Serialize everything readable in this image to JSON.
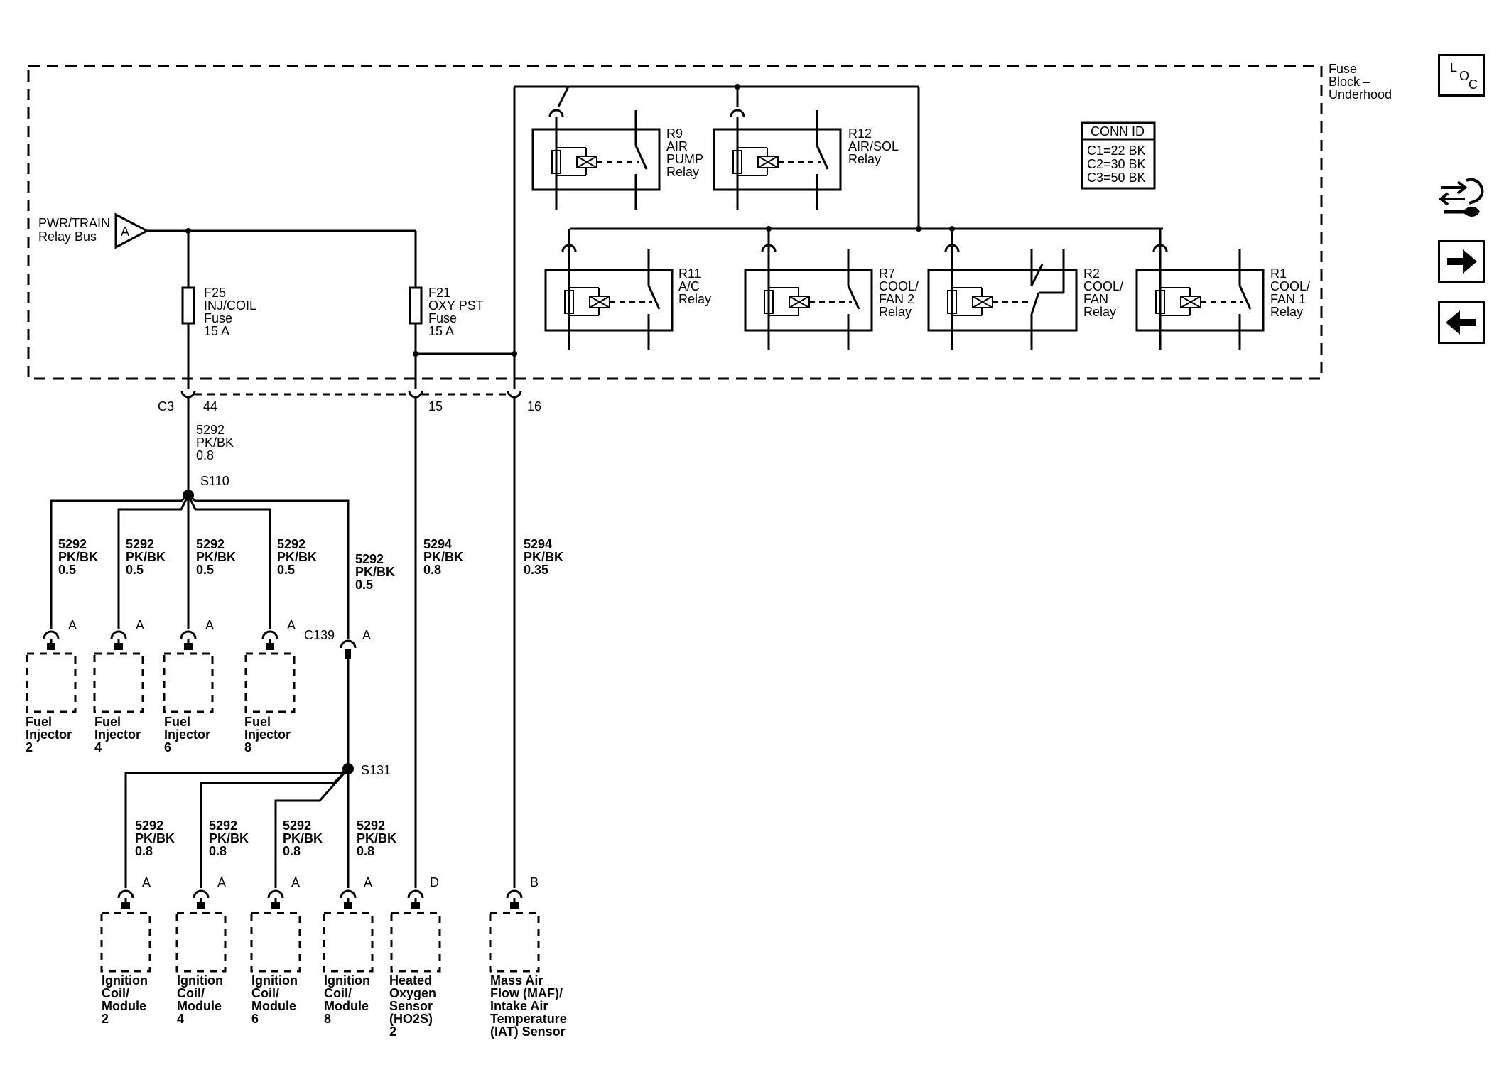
{
  "fuse_block": {
    "line1": "Fuse",
    "line2": "Block –",
    "line3": "Underhood"
  },
  "conn_id": {
    "title": "CONN ID",
    "c1": "C1=22 BK",
    "c2": "C2=30 BK",
    "c3": "C3=50 BK"
  },
  "power_bus": {
    "line1": "PWR/TRAIN",
    "line2": "Relay Bus",
    "terminal": "A"
  },
  "fuses": [
    {
      "id": "F25",
      "name": "INJ/COIL",
      "type": "Fuse",
      "rating": "15 A"
    },
    {
      "id": "F21",
      "name": "OXY PST",
      "type": "Fuse",
      "rating": "15 A"
    }
  ],
  "relays_top": [
    {
      "id": "R9",
      "l1": "AIR",
      "l2": "PUMP",
      "l3": "Relay"
    },
    {
      "id": "R12",
      "l1": "AIR/SOL",
      "l2": "Relay",
      "l3": ""
    }
  ],
  "relays_bottom": [
    {
      "id": "R11",
      "l1": "A/C",
      "l2": "Relay",
      "l3": ""
    },
    {
      "id": "R7",
      "l1": "COOL/",
      "l2": "FAN 2",
      "l3": "Relay"
    },
    {
      "id": "R2",
      "l1": "COOL/",
      "l2": "FAN",
      "l3": "Relay"
    },
    {
      "id": "R1",
      "l1": "COOL/",
      "l2": "FAN 1",
      "l3": "Relay"
    }
  ],
  "connector_c3": {
    "name": "C3",
    "pins": [
      "44",
      "15",
      "16"
    ]
  },
  "wires": {
    "main": {
      "circuit": "5292",
      "color": "PK/BK",
      "size": "0.8"
    },
    "injector": {
      "circuit": "5292",
      "color": "PK/BK",
      "size": "0.5"
    },
    "coil": {
      "circuit": "5292",
      "color": "PK/BK",
      "size": "0.8"
    },
    "oxy": {
      "circuit": "5294",
      "color": "PK/BK",
      "size": "0.8"
    },
    "maf": {
      "circuit": "5294",
      "color": "PK/BK",
      "size": "0.35"
    }
  },
  "splices": {
    "s110": "S110",
    "s131": "S131"
  },
  "connector_c139": {
    "name": "C139",
    "pin": "A"
  },
  "injectors": [
    {
      "l1": "Fuel",
      "l2": "Injector",
      "l3": "2",
      "pin": "A"
    },
    {
      "l1": "Fuel",
      "l2": "Injector",
      "l3": "4",
      "pin": "A"
    },
    {
      "l1": "Fuel",
      "l2": "Injector",
      "l3": "6",
      "pin": "A"
    },
    {
      "l1": "Fuel",
      "l2": "Injector",
      "l3": "8",
      "pin": "A"
    }
  ],
  "coils": [
    {
      "l1": "Ignition",
      "l2": "Coil/",
      "l3": "Module",
      "l4": "2",
      "pin": "A"
    },
    {
      "l1": "Ignition",
      "l2": "Coil/",
      "l3": "Module",
      "l4": "4",
      "pin": "A"
    },
    {
      "l1": "Ignition",
      "l2": "Coil/",
      "l3": "Module",
      "l4": "6",
      "pin": "A"
    },
    {
      "l1": "Ignition",
      "l2": "Coil/",
      "l3": "Module",
      "l4": "8",
      "pin": "A"
    }
  ],
  "ho2s": {
    "l1": "Heated",
    "l2": "Oxygen",
    "l3": "Sensor",
    "l4": "(HO2S)",
    "l5": "2",
    "pin": "D"
  },
  "maf": {
    "l1": "Mass Air",
    "l2": "Flow (MAF)/",
    "l3": "Intake Air",
    "l4": "Temperature",
    "l5": "(IAT) Sensor",
    "pin": "B"
  },
  "nav": {
    "loc_l": "L",
    "loc_o": "O",
    "loc_c": "C"
  }
}
